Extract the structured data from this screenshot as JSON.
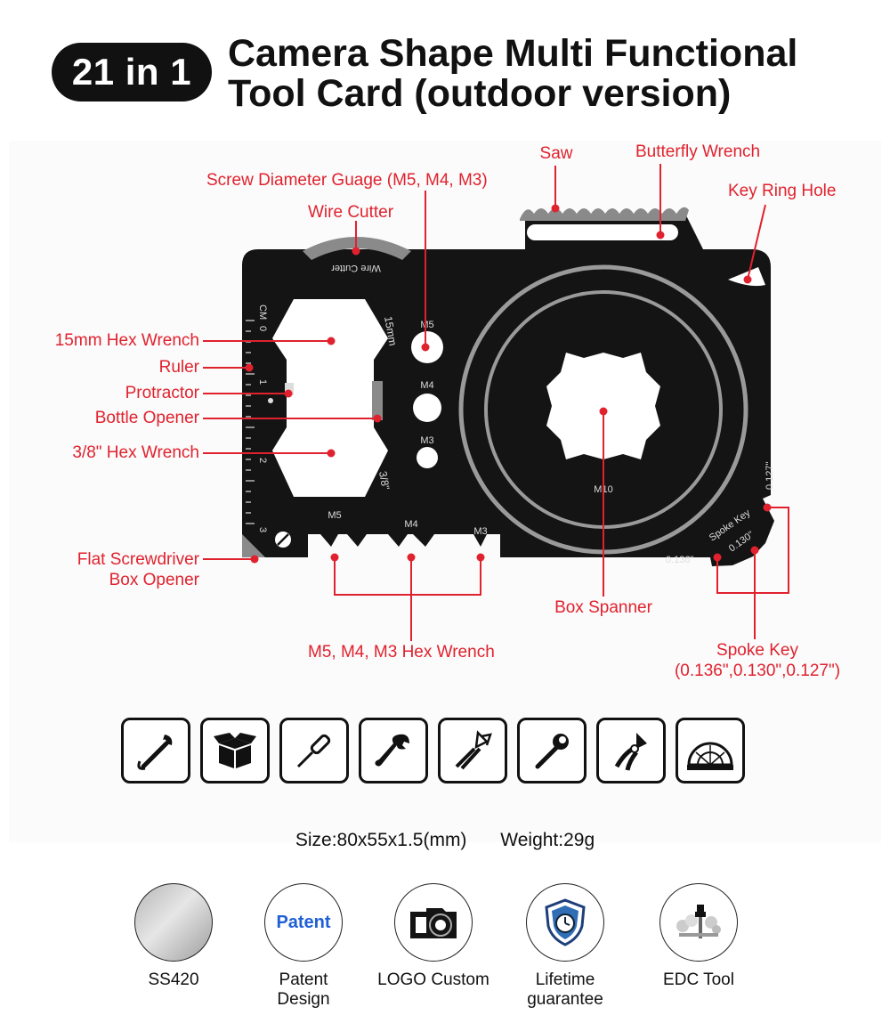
{
  "header": {
    "badge": "21 in 1",
    "title_line1": "Camera Shape Multi Functional",
    "title_line2": "Tool Card (outdoor version)"
  },
  "card_text": {
    "wire_cutter_engraving": "Wire Cutter",
    "hex15_engraving": "15mm",
    "hex38_engraving": "3/8\"",
    "ruler_unit": "CM",
    "ruler_marks": [
      "0",
      "1",
      "2",
      "3"
    ],
    "m5": "M5",
    "m4": "M4",
    "m3": "M3",
    "bottom_m5": "M5",
    "bottom_m4": "M4",
    "bottom_m3": "M3",
    "m10": "M10",
    "spoke_key_engraving": "Spoke Key",
    "spoke_0136": "0.136\"",
    "spoke_0130": "0.130\"",
    "spoke_0127": "0.127\""
  },
  "labels": {
    "saw": "Saw",
    "butterfly_wrench": "Butterfly Wrench",
    "screw_gauge": "Screw Diameter Guage (M5, M4, M3)",
    "key_ring_hole": "Key Ring Hole",
    "wire_cutter": "Wire Cutter",
    "hex15": "15mm Hex Wrench",
    "ruler": "Ruler",
    "protractor": "Protractor",
    "bottle_opener": "Bottle Opener",
    "hex38": "3/8\" Hex Wrench",
    "flat_screwdriver": "Flat Screwdriver",
    "box_opener": "Box Opener",
    "box_spanner": "Box Spanner",
    "hex_small": "M5, M4, M3 Hex Wrench",
    "spoke_key": "Spoke Key",
    "spoke_key_sizes": "(0.136\",0.130\",0.127\")"
  },
  "icons": [
    "hook-wrench-icon",
    "box-icon",
    "screwdriver-icon",
    "wrench-icon",
    "wire-cutter-icon",
    "bottle-opener-icon",
    "pliers-icon",
    "protractor-icon"
  ],
  "specs": {
    "size": "Size:80x55x1.5(mm)",
    "weight": "Weight:29g"
  },
  "features": {
    "ss420": "SS420",
    "patent_icon_text": "Patent",
    "patent_line1": "Patent",
    "patent_line2": "Design",
    "logo": "LOGO Custom",
    "lifetime_line1": "Lifetime",
    "lifetime_line2": "guarantee",
    "edc": "EDC Tool"
  },
  "colors": {
    "accent_red": "#e0222e",
    "card_black": "#141414",
    "steel_gray": "#9a9a9a",
    "patent_blue": "#1f5fd6"
  }
}
